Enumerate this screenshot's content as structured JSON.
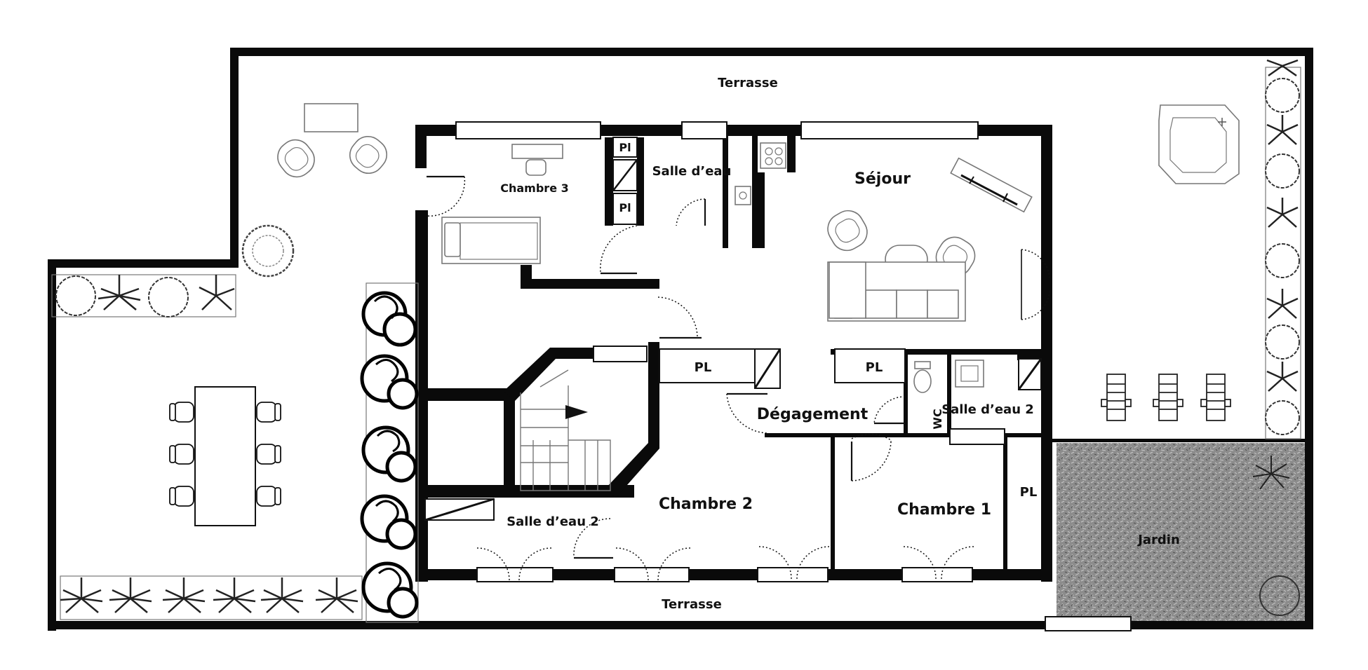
{
  "rooms": {
    "terrasse_top": "Terrasse",
    "terrasse_bottom": "Terrasse",
    "chambre_3": "Chambre 3",
    "salle_eau_top": "Salle d’eau",
    "sejour": "Séjour",
    "degagement": "Dégagement",
    "chambre_2": "Chambre 2",
    "chambre_1": "Chambre 1",
    "salle_eau_2_right": "Salle d’eau 2",
    "salle_eau_2_left": "Salle d’eau 2",
    "wc": "WC",
    "jardin": "Jardin"
  },
  "closets": {
    "pl_small_1": "Pl",
    "pl_small_2": "Pl",
    "pl_center": "PL",
    "pl_right": "PL",
    "pl_chambre1": "PL"
  },
  "colors": {
    "walls": "#0a0a0a",
    "garden_fill": "#8a8a8a",
    "furniture_stroke": "#777777",
    "background": "#ffffff"
  },
  "icons": [
    "plant-icon",
    "shrub-icon",
    "sofa-icon",
    "armchair-icon",
    "bed-icon",
    "table-icon",
    "chair-icon",
    "bathtub-icon",
    "toilet-icon",
    "sink-icon",
    "stove-icon",
    "deckchair-icon",
    "stairs-icon",
    "desk-icon"
  ]
}
